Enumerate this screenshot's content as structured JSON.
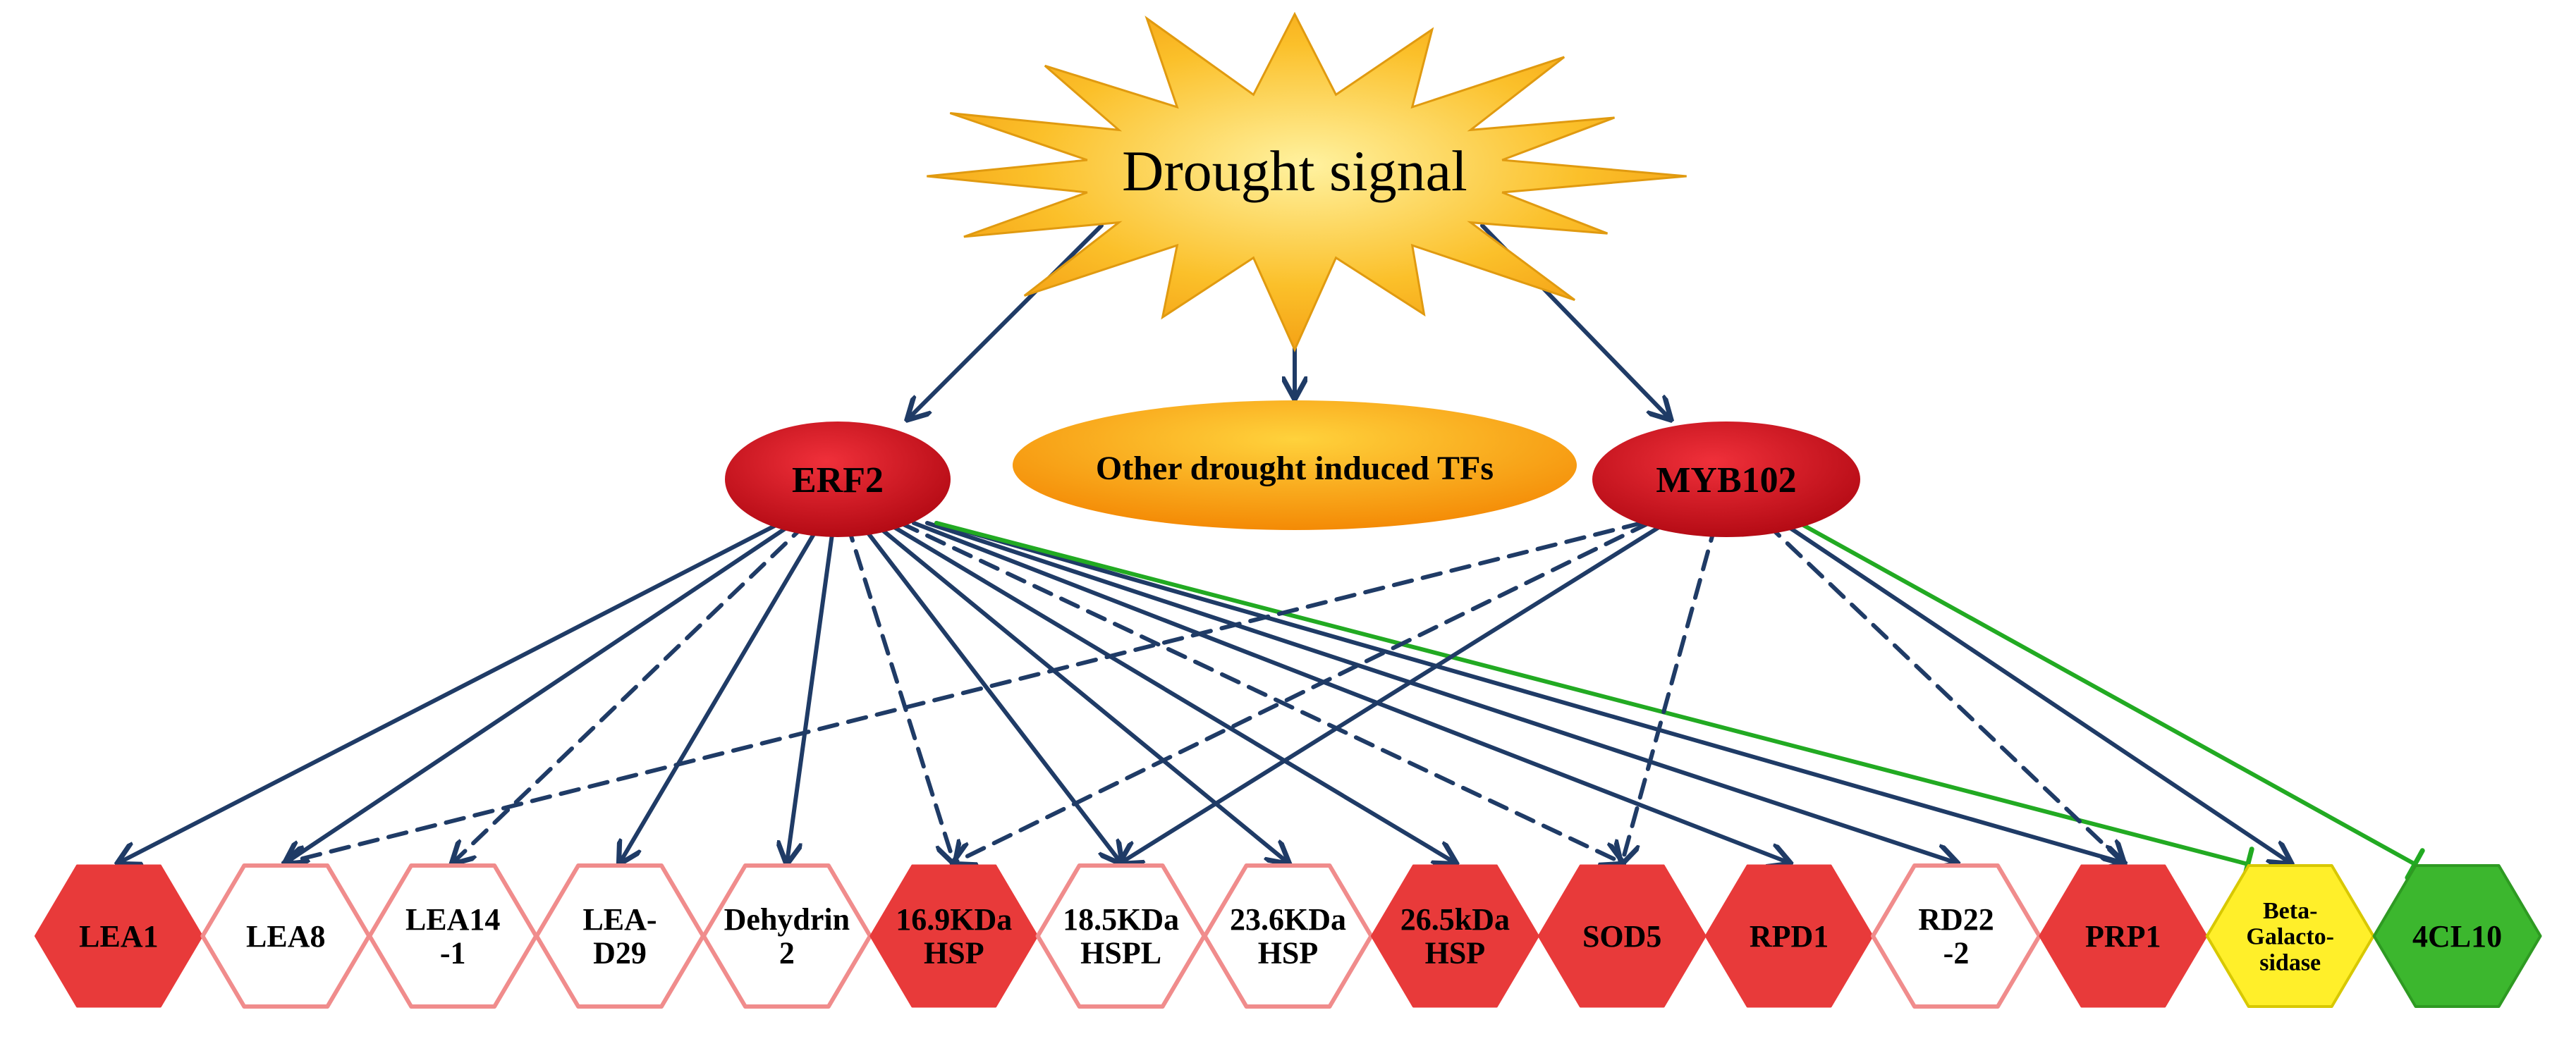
{
  "signal": {
    "label": "Drought signal"
  },
  "tfs": {
    "erf2": "ERF2",
    "other": "Other drought induced TFs",
    "myb102": "MYB102"
  },
  "colors": {
    "arrow": "#1f3b66",
    "inhibit": "#22aa22",
    "red_fill": "#e83a3a",
    "white_fill": "#ffffff",
    "red_stroke": "#f08c8c",
    "yellow_fill": "#ffef2a",
    "green_fill": "#3cb72e",
    "star_fill": "#f9b11b",
    "erf2_fill": "#d4101c",
    "other_fill": "#fb9b0c"
  },
  "genes": [
    {
      "id": "lea1",
      "lines": [
        "LEA1"
      ],
      "style": "red",
      "icon": "hexagon"
    },
    {
      "id": "lea8",
      "lines": [
        "LEA8"
      ],
      "style": "white",
      "icon": "hexagon"
    },
    {
      "id": "lea14",
      "lines": [
        "LEA14",
        "-1"
      ],
      "style": "white",
      "icon": "hexagon"
    },
    {
      "id": "leaD29",
      "lines": [
        "LEA-",
        "D29"
      ],
      "style": "white",
      "icon": "hexagon"
    },
    {
      "id": "dehy2",
      "lines": [
        "Dehydrin",
        "2"
      ],
      "style": "white",
      "icon": "hexagon"
    },
    {
      "id": "hsp169",
      "lines": [
        "16.9KDa",
        "HSP"
      ],
      "style": "red",
      "icon": "hexagon"
    },
    {
      "id": "hsp185",
      "lines": [
        "18.5KDa",
        "HSPL"
      ],
      "style": "white",
      "icon": "hexagon"
    },
    {
      "id": "hsp236",
      "lines": [
        "23.6KDa",
        "HSP"
      ],
      "style": "white",
      "icon": "hexagon"
    },
    {
      "id": "hsp265",
      "lines": [
        "26.5kDa",
        "HSP"
      ],
      "style": "red",
      "icon": "hexagon"
    },
    {
      "id": "sod5",
      "lines": [
        "SOD5"
      ],
      "style": "red",
      "icon": "hexagon"
    },
    {
      "id": "rpd1",
      "lines": [
        "RPD1"
      ],
      "style": "red",
      "icon": "hexagon"
    },
    {
      "id": "rd22",
      "lines": [
        "RD22",
        "-2"
      ],
      "style": "white",
      "icon": "hexagon"
    },
    {
      "id": "prp1",
      "lines": [
        "PRP1"
      ],
      "style": "red",
      "icon": "hexagon"
    },
    {
      "id": "betag",
      "lines": [
        "Beta-",
        "Galacto-",
        "sidase"
      ],
      "style": "yellow",
      "icon": "hexagon"
    },
    {
      "id": "4cl10",
      "lines": [
        "4CL10"
      ],
      "style": "green",
      "icon": "hexagon"
    }
  ],
  "edges": [
    {
      "from": "signal",
      "to": "erf2",
      "type": "activate"
    },
    {
      "from": "signal",
      "to": "other",
      "type": "activate"
    },
    {
      "from": "signal",
      "to": "myb102",
      "type": "activate"
    },
    {
      "from": "erf2",
      "to": "lea1",
      "type": "activate"
    },
    {
      "from": "erf2",
      "to": "lea8",
      "type": "activate"
    },
    {
      "from": "erf2",
      "to": "lea14",
      "type": "activate-dashed"
    },
    {
      "from": "erf2",
      "to": "leaD29",
      "type": "activate"
    },
    {
      "from": "erf2",
      "to": "dehy2",
      "type": "activate"
    },
    {
      "from": "erf2",
      "to": "hsp169",
      "type": "activate-dashed"
    },
    {
      "from": "erf2",
      "to": "hsp185",
      "type": "activate"
    },
    {
      "from": "erf2",
      "to": "hsp236",
      "type": "activate"
    },
    {
      "from": "erf2",
      "to": "hsp265",
      "type": "activate"
    },
    {
      "from": "erf2",
      "to": "sod5",
      "type": "activate-dashed"
    },
    {
      "from": "erf2",
      "to": "rpd1",
      "type": "activate"
    },
    {
      "from": "erf2",
      "to": "rd22",
      "type": "activate"
    },
    {
      "from": "erf2",
      "to": "prp1",
      "type": "activate"
    },
    {
      "from": "erf2",
      "to": "betag",
      "type": "inhibit"
    },
    {
      "from": "myb102",
      "to": "lea8",
      "type": "activate-dashed"
    },
    {
      "from": "myb102",
      "to": "hsp169",
      "type": "activate-dashed"
    },
    {
      "from": "myb102",
      "to": "hsp185",
      "type": "activate"
    },
    {
      "from": "myb102",
      "to": "sod5",
      "type": "activate-dashed"
    },
    {
      "from": "myb102",
      "to": "prp1",
      "type": "activate-dashed"
    },
    {
      "from": "myb102",
      "to": "betag",
      "type": "activate"
    },
    {
      "from": "myb102",
      "to": "4cl10",
      "type": "inhibit"
    }
  ]
}
